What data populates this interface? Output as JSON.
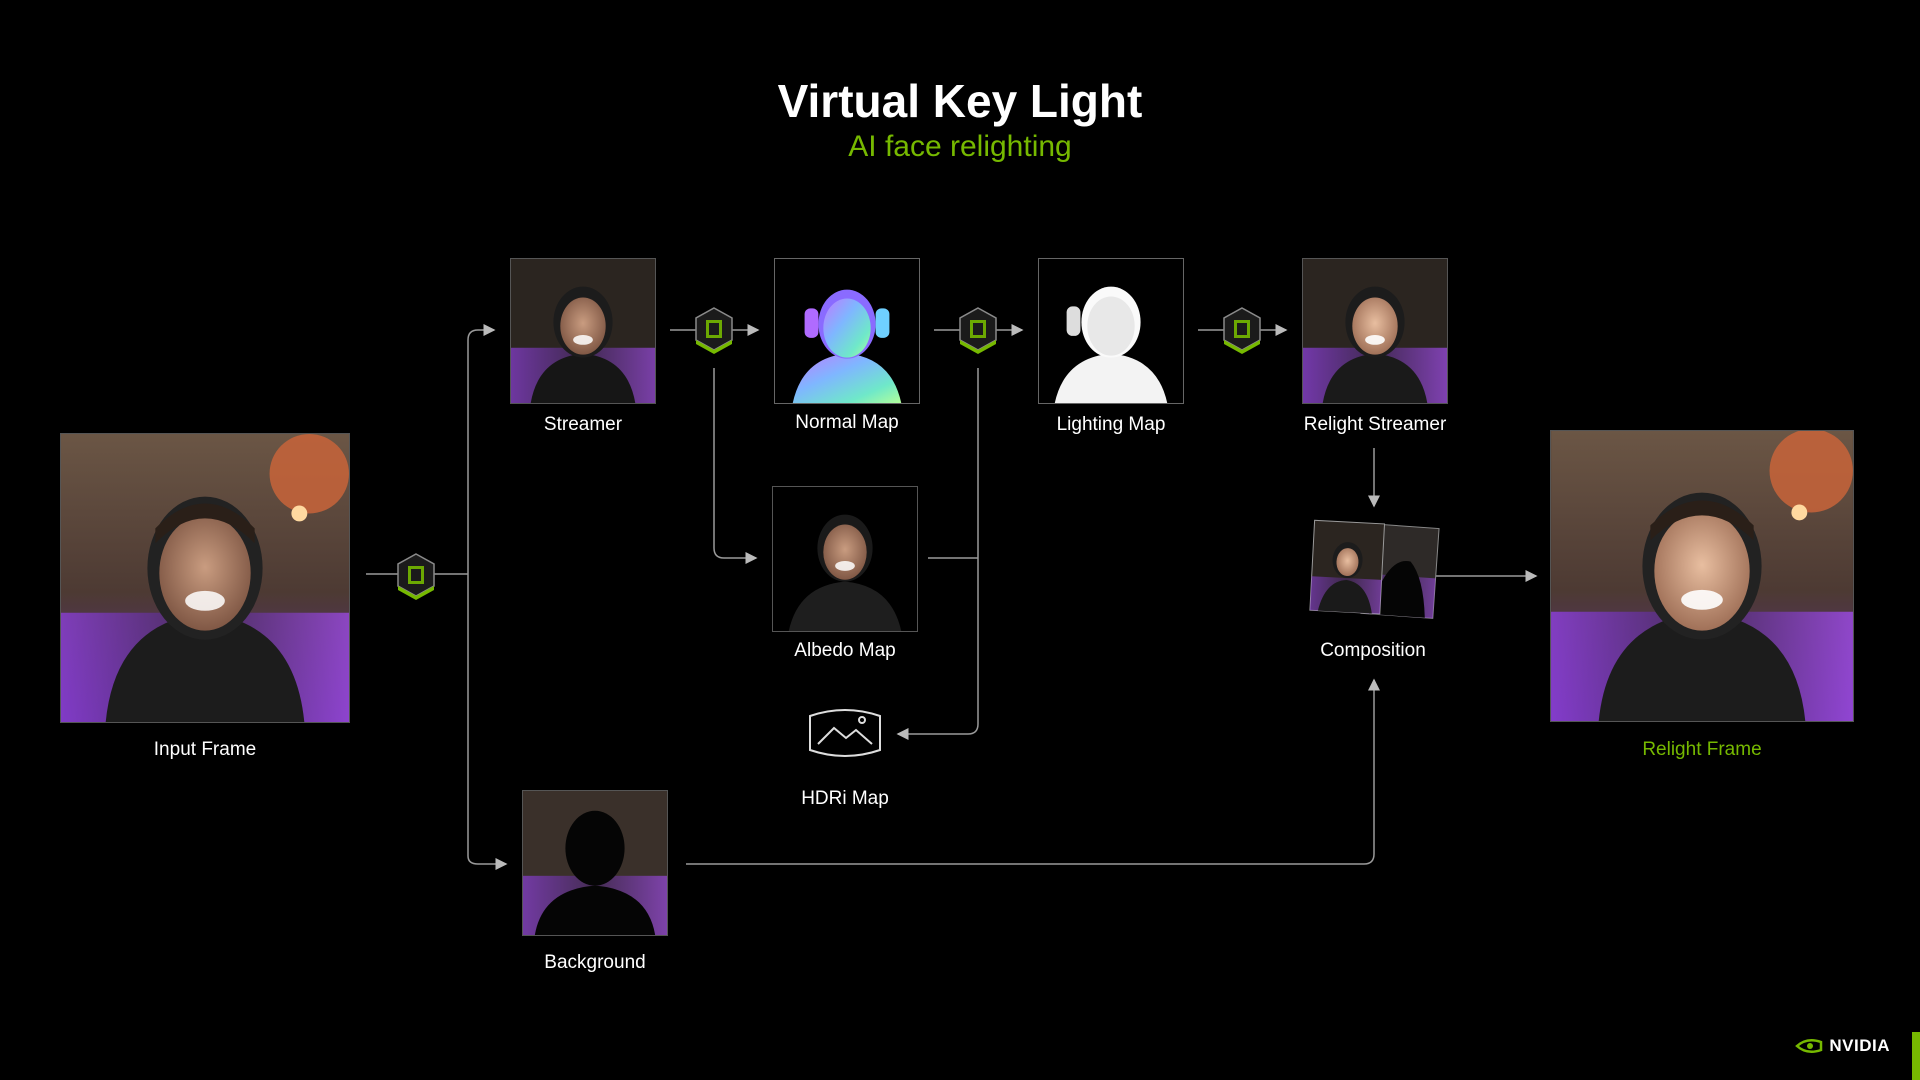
{
  "slide": {
    "title": "Virtual Key Light",
    "subtitle": "AI face relighting"
  },
  "nodes": {
    "input_frame": "Input Frame",
    "streamer": "Streamer",
    "normal_map": "Normal Map",
    "albedo_map": "Albedo Map",
    "hdri_map": "HDRi Map",
    "lighting_map": "Lighting Map",
    "relight_streamer": "Relight Streamer",
    "composition": "Composition",
    "background": "Background",
    "relight_frame": "Relight Frame"
  },
  "brand": {
    "logo_text": "NVIDIA",
    "accent_color": "#76b900",
    "icons": [
      "nvidia-chip-icon",
      "hdri-panorama-icon",
      "nvidia-eye-logo-icon"
    ]
  }
}
